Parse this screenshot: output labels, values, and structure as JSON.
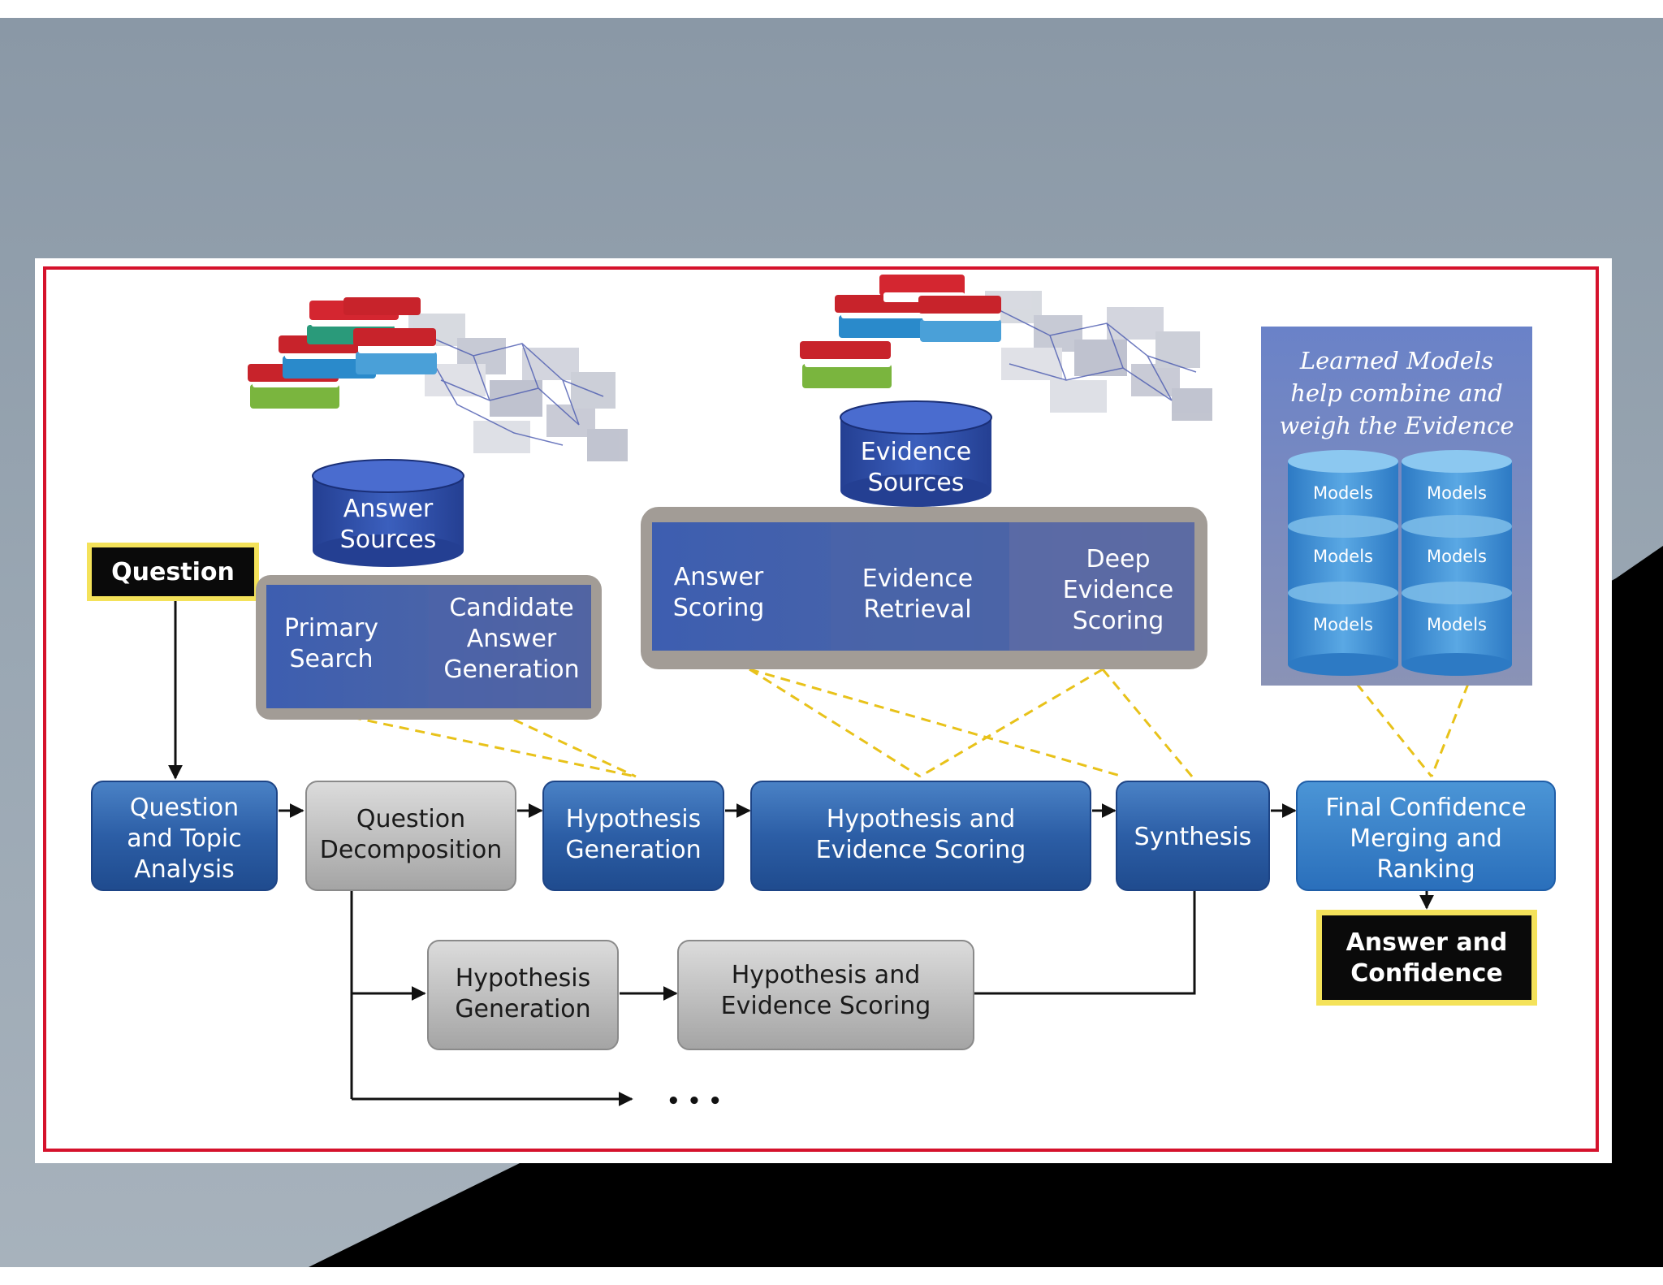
{
  "diagram": {
    "question": "Question",
    "answer_sources": [
      "Answer",
      "Sources"
    ],
    "primary_search": [
      "Primary",
      "Search"
    ],
    "candidate_answer_generation": [
      "Candidate",
      "Answer",
      "Generation"
    ],
    "evidence_sources": [
      "Evidence",
      "Sources"
    ],
    "answer_scoring": [
      "Answer",
      "Scoring"
    ],
    "evidence_retrieval": [
      "Evidence",
      "Retrieval"
    ],
    "deep_evidence_scoring": [
      "Deep",
      "Evidence",
      "Scoring"
    ],
    "learned_models": [
      "Learned Models",
      "help combine and",
      "weigh the Evidence"
    ],
    "models_label": "Models",
    "question_topic_analysis": [
      "Question",
      "and Topic",
      "Analysis"
    ],
    "question_decomposition": [
      "Question",
      "Decomposition"
    ],
    "hypothesis_generation": [
      "Hypothesis",
      "Generation"
    ],
    "hypothesis_evidence_scoring": [
      "Hypothesis and",
      "Evidence Scoring"
    ],
    "synthesis": "Synthesis",
    "final_confidence": [
      "Final Confidence",
      "Merging and",
      "Ranking"
    ],
    "hypothesis_generation_2": [
      "Hypothesis",
      "Generation"
    ],
    "hypothesis_evidence_scoring_2": [
      "Hypothesis and",
      "Evidence Scoring"
    ],
    "ellipsis": "• • •",
    "answer_confidence": [
      "Answer and",
      "Confidence"
    ]
  },
  "colors": {
    "blue_box": "#2e62a8",
    "gray_box": "#b4b4b4",
    "yellow_dash": "#e8c21a",
    "frame_red": "#d5122c"
  }
}
